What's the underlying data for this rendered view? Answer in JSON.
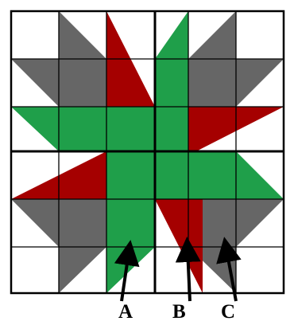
{
  "colors": {
    "background": "#ffffff",
    "outline": "#000000",
    "gray": "#666666",
    "red": "#a50000",
    "green": "#1f9f4a",
    "arrow": "#000000"
  },
  "labels": {
    "a": "A",
    "b": "B",
    "c": "C"
  }
}
